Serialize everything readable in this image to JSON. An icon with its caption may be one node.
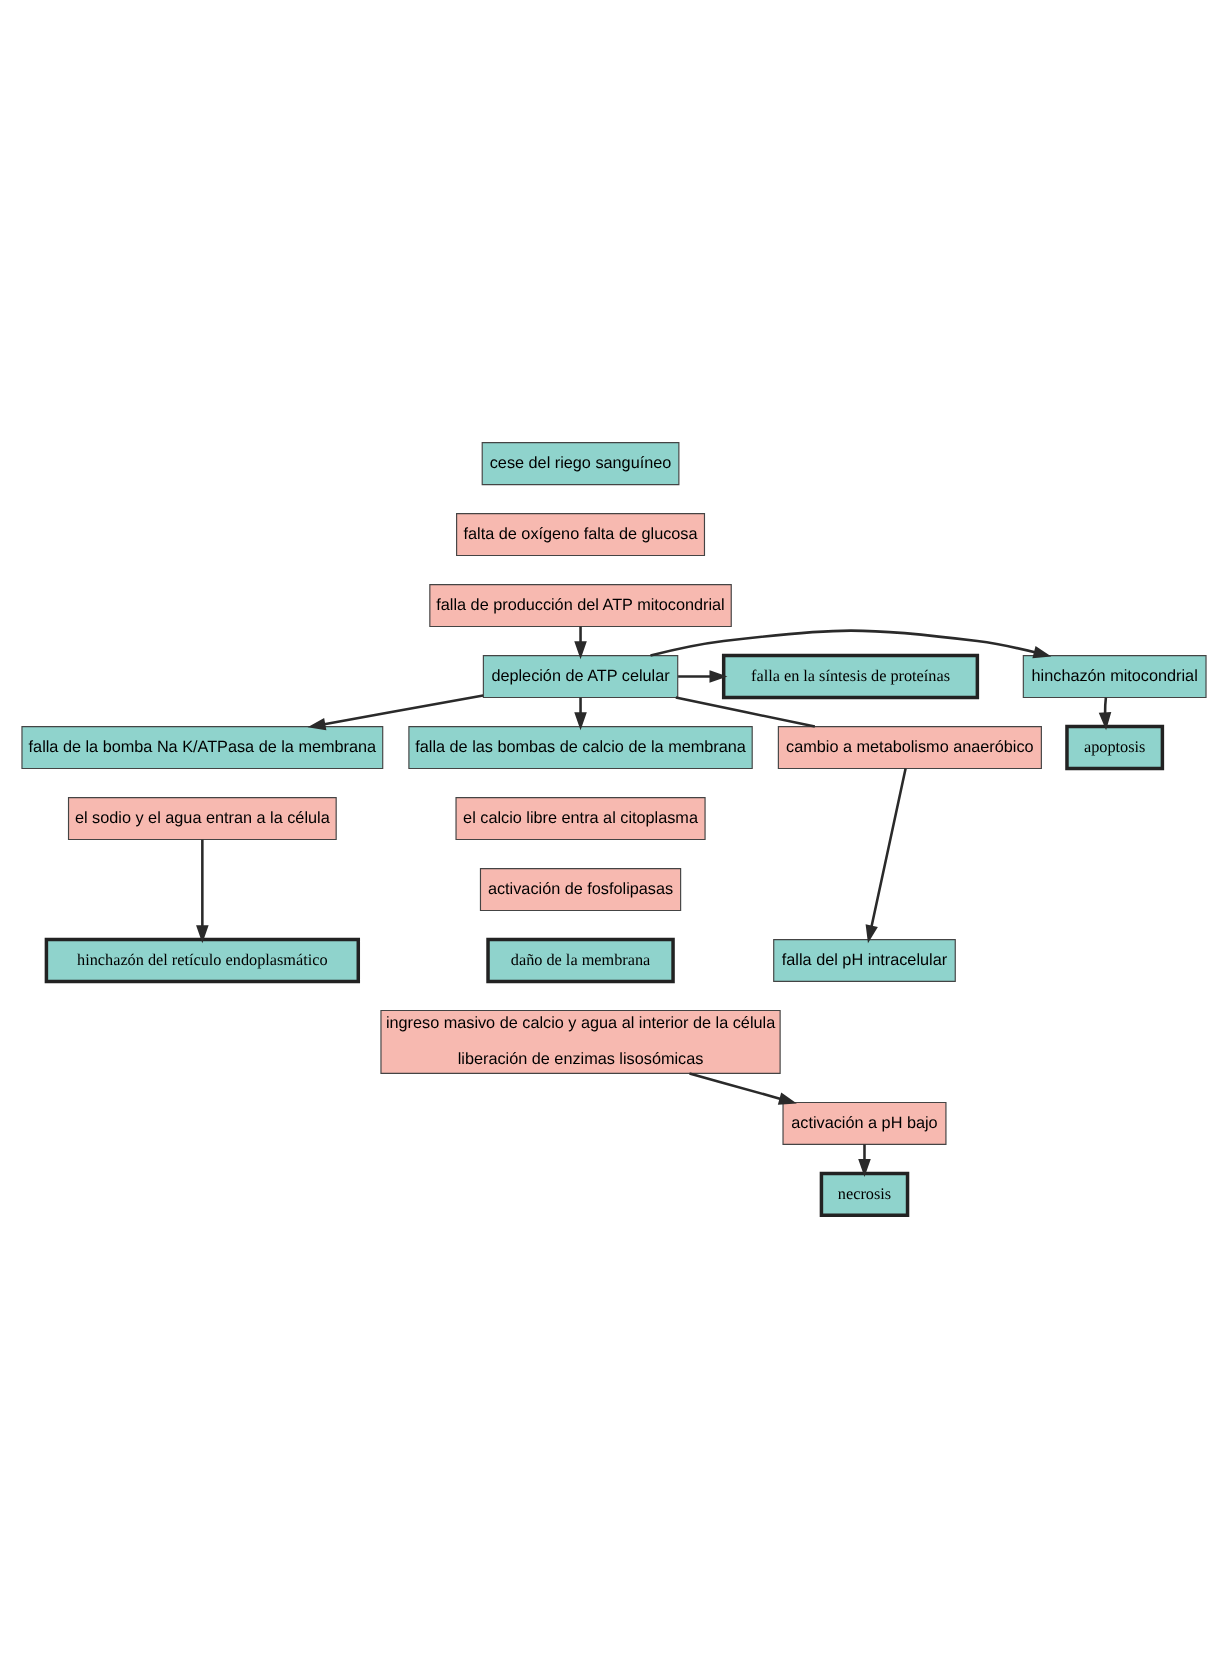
{
  "diagram": {
    "nodes": [
      {
        "text": [
          "cese del riego sanguíneo"
        ]
      },
      {
        "text": [
          "falta de oxígeno falta de glucosa"
        ]
      },
      {
        "text": [
          "falla de producción del ATP mitocondrial"
        ]
      },
      {
        "text": [
          "depleción de ATP celular"
        ]
      },
      {
        "text": [
          "falla en la síntesis de proteínas"
        ]
      },
      {
        "text": [
          "hinchazón mitocondrial"
        ]
      },
      {
        "text": [
          "apoptosis"
        ]
      },
      {
        "text": [
          "falla de la bomba Na K/ATPasa de la membrana"
        ]
      },
      {
        "text": [
          "el sodio y el agua entran a la célula"
        ]
      },
      {
        "text": [
          "hinchazón del retículo endoplasmático"
        ]
      },
      {
        "text": [
          "falla de las bombas de calcio de la membrana"
        ]
      },
      {
        "text": [
          "el calcio libre entra al citoplasma"
        ]
      },
      {
        "text": [
          "activación de fosfolipasas"
        ]
      },
      {
        "text": [
          "daño de la membrana"
        ]
      },
      {
        "text": [
          "ingreso masivo de calcio y agua al interior de la célula",
          "liberación de enzimas lisosómicas"
        ]
      },
      {
        "text": [
          "cambio a metabolismo anaeróbico"
        ]
      },
      {
        "text": [
          "falla del pH intracelular"
        ]
      },
      {
        "text": [
          "activación a pH bajo"
        ]
      },
      {
        "text": [
          "necrosis"
        ]
      }
    ],
    "edges": [
      {
        "from": 2,
        "to": 3,
        "arrow": "to"
      },
      {
        "from": 3,
        "to": 4,
        "arrow": "to"
      },
      {
        "from": 3,
        "to": 5,
        "arrow": "to"
      },
      {
        "from": 5,
        "to": 6,
        "arrow": "to"
      },
      {
        "from": 3,
        "to": 7,
        "arrow": "to"
      },
      {
        "from": 3,
        "to": 10,
        "arrow": "to"
      },
      {
        "from": 3,
        "to": 15,
        "arrow": "none"
      },
      {
        "from": 15,
        "to": 16,
        "arrow": "to"
      },
      {
        "from": 8,
        "to": 9,
        "arrow": "to"
      },
      {
        "from": 14,
        "to": 17,
        "arrow": "to"
      },
      {
        "from": 17,
        "to": 18,
        "arrow": "to"
      }
    ]
  }
}
